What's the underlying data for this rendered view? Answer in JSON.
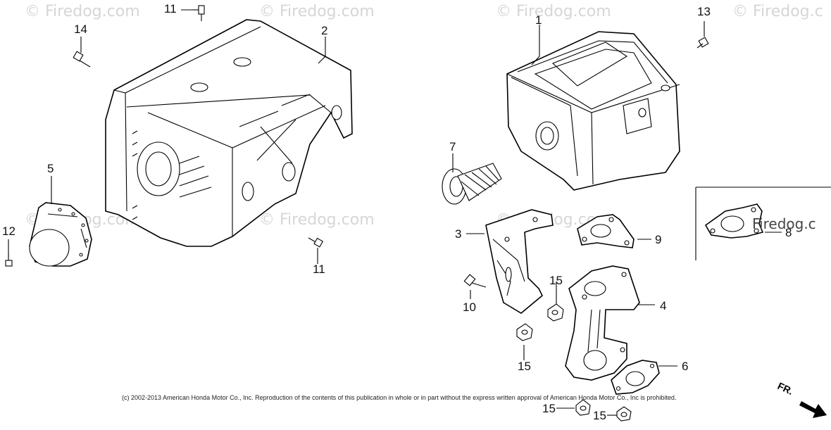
{
  "watermark": "© Firedog.com",
  "watermark_partial_right": "© Firedog.c",
  "watermark_inset": "Firedog.c",
  "callouts": {
    "c1": "1",
    "c2": "2",
    "c3": "3",
    "c4": "4",
    "c5": "5",
    "c6": "6",
    "c7": "7",
    "c8": "8",
    "c9": "9",
    "c10": "10",
    "c11a": "11",
    "c11b": "11",
    "c12": "12",
    "c13": "13",
    "c14": "14",
    "c15a": "15",
    "c15b": "15",
    "c15c": "15",
    "c15d": "15"
  },
  "copyright": "(c) 2002-2013 American Honda Motor Co., Inc. Reproduction of the contents of this publication in whole or in part without the express written approval of American Honda Motor Co., Inc is prohibited.",
  "front_marker": "FR."
}
